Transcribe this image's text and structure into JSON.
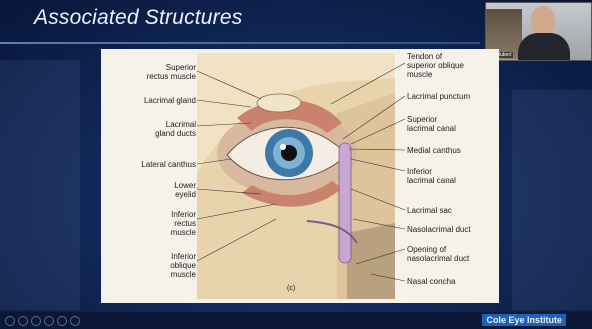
{
  "slide": {
    "title": "Associated Structures",
    "figure_caption": "(c)",
    "labels_left": [
      "Superior\nrectus muscle",
      "Lacrimal gland",
      "Lacrimal\ngland ducts",
      "Lateral canthus",
      "Lower\neyelid",
      "Inferior\nrectus\nmuscle",
      "Inferior\noblique\nmuscle"
    ],
    "labels_right": [
      "Tendon of\nsuperior oblique\nmuscle",
      "Lacrimal punctum",
      "Superior\nlacrimal canal",
      "Medial canthus",
      "Inferior\nlacrimal canal",
      "Lacrimal sac",
      "Nasolacrimal duct",
      "Opening of\nnasolacrimal duct",
      "Nasal concha"
    ]
  },
  "webcam": {
    "name_tag": "D. Hubert"
  },
  "footer": {
    "brand": "Cole Eye Institute"
  },
  "colors": {
    "background": "#12295a",
    "panel": "#f5f2ea",
    "brand": "#1b63b4"
  }
}
